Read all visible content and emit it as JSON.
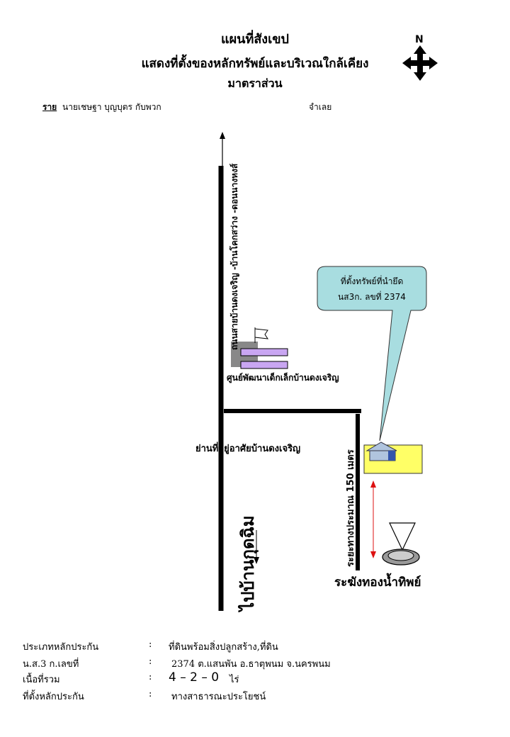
{
  "header": {
    "title": "แผนที่สังเขป",
    "subtitle": "แสดงที่ตั้งของหลักทรัพย์และบริเวณใกล้เคียง",
    "scale_note": "มาตราส่วน"
  },
  "compass": {
    "label": "N",
    "icon": "compass-arrows-icon"
  },
  "client": {
    "prefix": "ราย",
    "name": "นายเชษฐา บุญบุตร กับพวก",
    "role": "จำเลย"
  },
  "map": {
    "main_road_label": "ถนนสายบ้านดงเจริญ -บ้านโคกสว่าง -ดอนนางหงส์",
    "main_road_dest": "ไปบ้านกุดฉิม",
    "childcare_label": "ศูนย์พัฒนาเด็กเล็กบ้านดงเจริญ",
    "village_label": "ย่านที่อยู่อาศัยบ้านดงเจริญ",
    "distance_label": "ระยะทางประมาณ 150 เมตร",
    "callout_line1": "ที่ตั้งทรัพย์ที่นำยึด",
    "callout_line2": "นส3ก. ลขที่ 2374",
    "landmark_label": "ระฆังทองน้ำทิพย์",
    "property_color": "#ffff66",
    "callout_color": "#a8dde0",
    "building_color": "#c9a6f2"
  },
  "info": [
    {
      "label": "ประเภทหลักประกัน",
      "sep": ":",
      "value": "ที่ดินพร้อมสิ่งปลูกสร้าง,ที่ดิน"
    },
    {
      "label": "น.ส.3 ก.เลขที่",
      "sep": ":",
      "value": "2374   ต.แสนพัน  อ.ธาตุพนม  จ.นครพนม"
    },
    {
      "label": "เนื้อที่รวม",
      "sep": ":",
      "value": "4 – 2 – 0",
      "unit": "ไร่"
    },
    {
      "label": "ที่ตั้งหลักประกัน",
      "sep": ":",
      "value": "ทางสาธารณะประโยชน์"
    }
  ]
}
